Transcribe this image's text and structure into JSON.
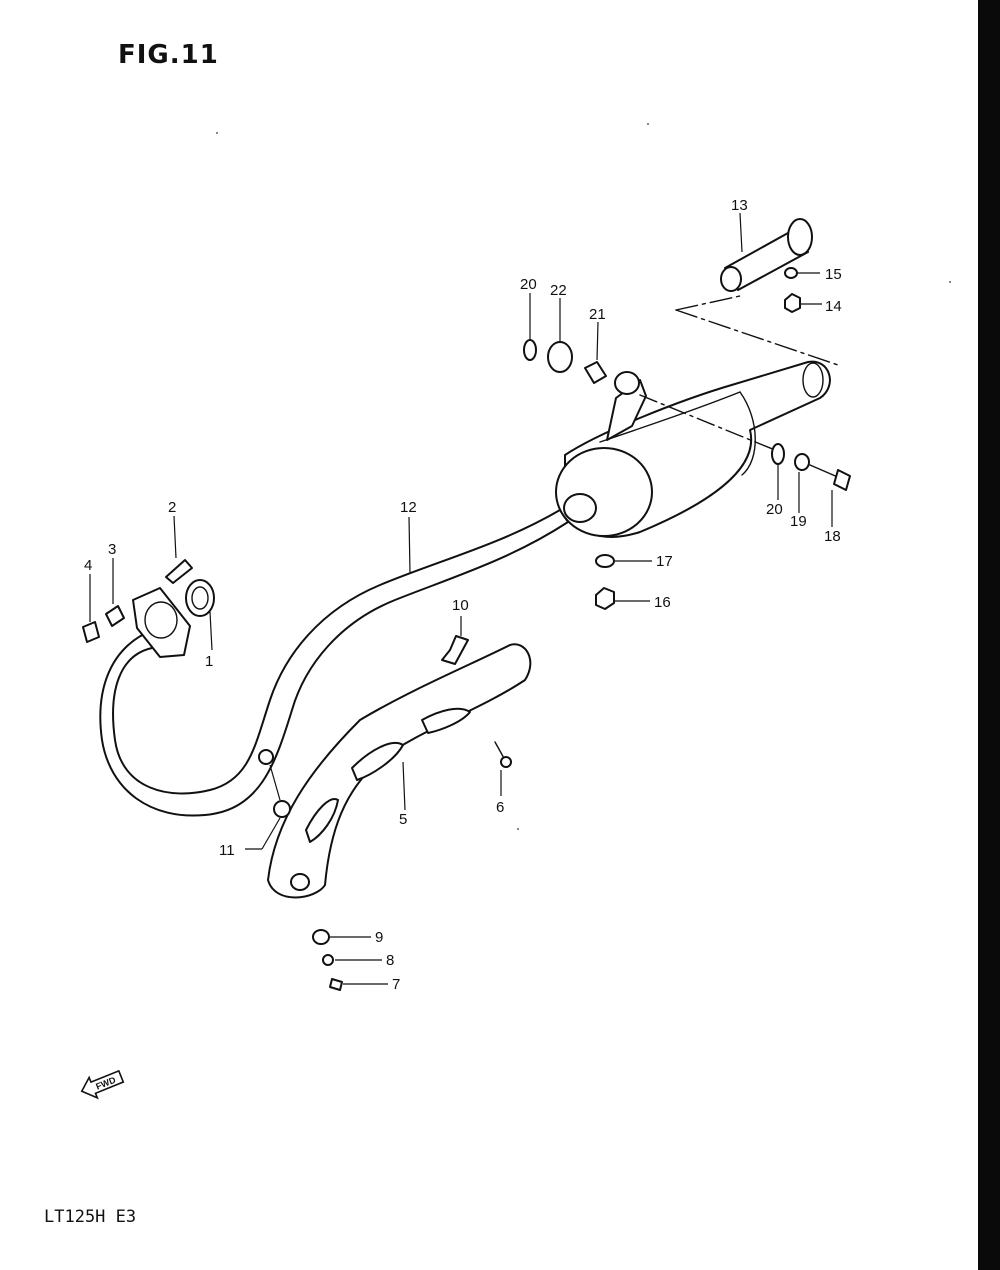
{
  "header": {
    "figure_title": "FIG.11"
  },
  "footer": {
    "model_code": "LT125H E3"
  },
  "fwd_arrow": {
    "label": "FWD",
    "icon": "forward-arrow-icon"
  },
  "callouts": [
    {
      "id": "c1",
      "label": "1"
    },
    {
      "id": "c2",
      "label": "2"
    },
    {
      "id": "c3",
      "label": "3"
    },
    {
      "id": "c4",
      "label": "4"
    },
    {
      "id": "c5",
      "label": "5"
    },
    {
      "id": "c6",
      "label": "6"
    },
    {
      "id": "c7",
      "label": "7"
    },
    {
      "id": "c8",
      "label": "8"
    },
    {
      "id": "c9",
      "label": "9"
    },
    {
      "id": "c10",
      "label": "10"
    },
    {
      "id": "c11",
      "label": "11"
    },
    {
      "id": "c12",
      "label": "12"
    },
    {
      "id": "c13",
      "label": "13"
    },
    {
      "id": "c14",
      "label": "14"
    },
    {
      "id": "c15",
      "label": "15"
    },
    {
      "id": "c16",
      "label": "16"
    },
    {
      "id": "c17",
      "label": "17"
    },
    {
      "id": "c18",
      "label": "18"
    },
    {
      "id": "c19",
      "label": "19"
    },
    {
      "id": "c20a",
      "label": "20"
    },
    {
      "id": "c20b",
      "label": "20"
    },
    {
      "id": "c21",
      "label": "21"
    },
    {
      "id": "c22",
      "label": "22"
    }
  ]
}
